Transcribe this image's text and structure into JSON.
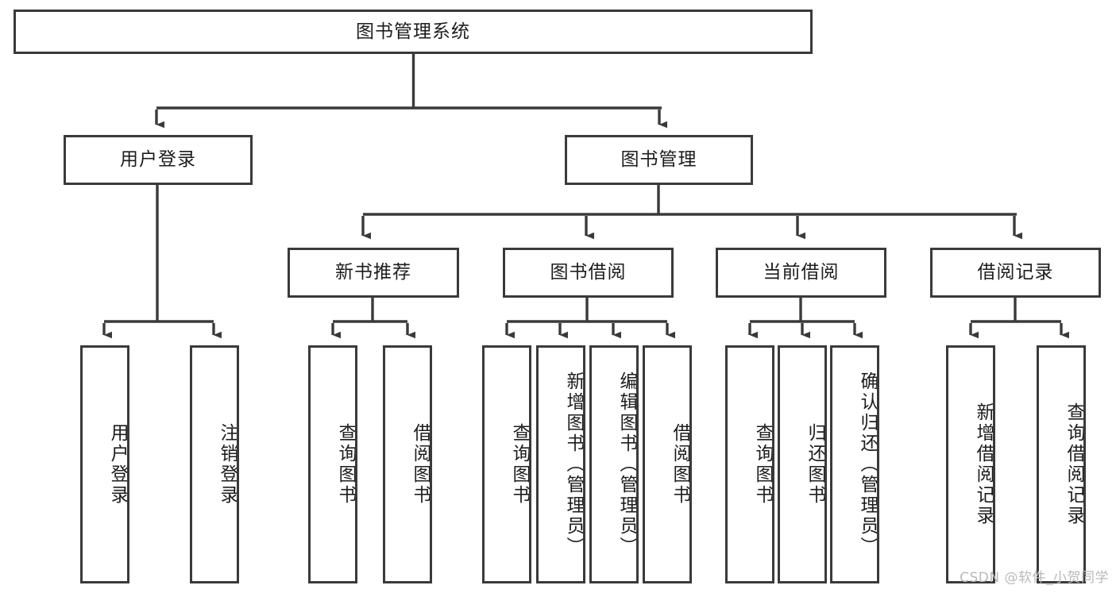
{
  "diagram": {
    "title": "图书管理系统",
    "type": "tree",
    "orientation": "top-down",
    "styles": {
      "box_border_color": "#3a3a3a",
      "box_fill_color": "#ffffff",
      "edge_color": "#3a3a3a",
      "text_color": "#1d1d1d",
      "background": "#ffffff"
    },
    "nodes": {
      "root": {
        "label": "图书管理系统",
        "level": 1,
        "text_direction": "horizontal"
      },
      "n_user_login": {
        "label": "用户登录",
        "level": 2,
        "text_direction": "horizontal"
      },
      "n_book_manage": {
        "label": "图书管理",
        "level": 2,
        "text_direction": "horizontal"
      },
      "n_new_book_rec": {
        "label": "新书推荐",
        "level": 3,
        "text_direction": "horizontal"
      },
      "n_book_borrow": {
        "label": "图书借阅",
        "level": 3,
        "text_direction": "horizontal"
      },
      "n_current_borrow": {
        "label": "当前借阅",
        "level": 3,
        "text_direction": "horizontal"
      },
      "n_borrow_record": {
        "label": "借阅记录",
        "level": 3,
        "text_direction": "horizontal"
      },
      "l_user_login": {
        "label": "用户登录",
        "level": 4,
        "text_direction": "vertical",
        "parent": "n_user_login"
      },
      "l_user_logout": {
        "label": "注销登录",
        "level": 4,
        "text_direction": "vertical",
        "parent": "n_user_login"
      },
      "l_nbr_query": {
        "label": "查询图书",
        "level": 4,
        "text_direction": "vertical",
        "parent": "n_new_book_rec"
      },
      "l_nbr_borrow": {
        "label": "借阅图书",
        "level": 4,
        "text_direction": "vertical",
        "parent": "n_new_book_rec"
      },
      "l_bb_query": {
        "label": "查询图书",
        "level": 4,
        "text_direction": "vertical",
        "parent": "n_book_borrow"
      },
      "l_bb_add": {
        "label": "新增图书（管理员）",
        "level": 4,
        "text_direction": "vertical",
        "parent": "n_book_borrow"
      },
      "l_bb_edit": {
        "label": "编辑图书（管理员）",
        "level": 4,
        "text_direction": "vertical",
        "parent": "n_book_borrow"
      },
      "l_bb_borrow": {
        "label": "借阅图书",
        "level": 4,
        "text_direction": "vertical",
        "parent": "n_book_borrow"
      },
      "l_cb_query": {
        "label": "查询图书",
        "level": 4,
        "text_direction": "vertical",
        "parent": "n_current_borrow"
      },
      "l_cb_return": {
        "label": "归还图书",
        "level": 4,
        "text_direction": "vertical",
        "parent": "n_current_borrow"
      },
      "l_cb_confirm": {
        "label": "确认归还（管理员）",
        "level": 4,
        "text_direction": "vertical",
        "parent": "n_current_borrow"
      },
      "l_br_add": {
        "label": "新增借阅记录",
        "level": 4,
        "text_direction": "vertical",
        "parent": "n_borrow_record"
      },
      "l_br_query": {
        "label": "查询借阅记录",
        "level": 4,
        "text_direction": "vertical",
        "parent": "n_borrow_record"
      }
    },
    "edges": [
      {
        "from": "root",
        "to": "n_user_login"
      },
      {
        "from": "root",
        "to": "n_book_manage"
      },
      {
        "from": "n_book_manage",
        "to": "n_new_book_rec"
      },
      {
        "from": "n_book_manage",
        "to": "n_book_borrow"
      },
      {
        "from": "n_book_manage",
        "to": "n_current_borrow"
      },
      {
        "from": "n_book_manage",
        "to": "n_borrow_record"
      },
      {
        "from": "n_user_login",
        "to": "l_user_login"
      },
      {
        "from": "n_user_login",
        "to": "l_user_logout"
      },
      {
        "from": "n_new_book_rec",
        "to": "l_nbr_query"
      },
      {
        "from": "n_new_book_rec",
        "to": "l_nbr_borrow"
      },
      {
        "from": "n_book_borrow",
        "to": "l_bb_query"
      },
      {
        "from": "n_book_borrow",
        "to": "l_bb_add"
      },
      {
        "from": "n_book_borrow",
        "to": "l_bb_edit"
      },
      {
        "from": "n_book_borrow",
        "to": "l_bb_borrow"
      },
      {
        "from": "n_current_borrow",
        "to": "l_cb_query"
      },
      {
        "from": "n_current_borrow",
        "to": "l_cb_return"
      },
      {
        "from": "n_current_borrow",
        "to": "l_cb_confirm"
      },
      {
        "from": "n_borrow_record",
        "to": "l_br_add"
      },
      {
        "from": "n_borrow_record",
        "to": "l_br_query"
      }
    ]
  },
  "watermark": {
    "text": "CSDN @软件_小贺同学"
  }
}
